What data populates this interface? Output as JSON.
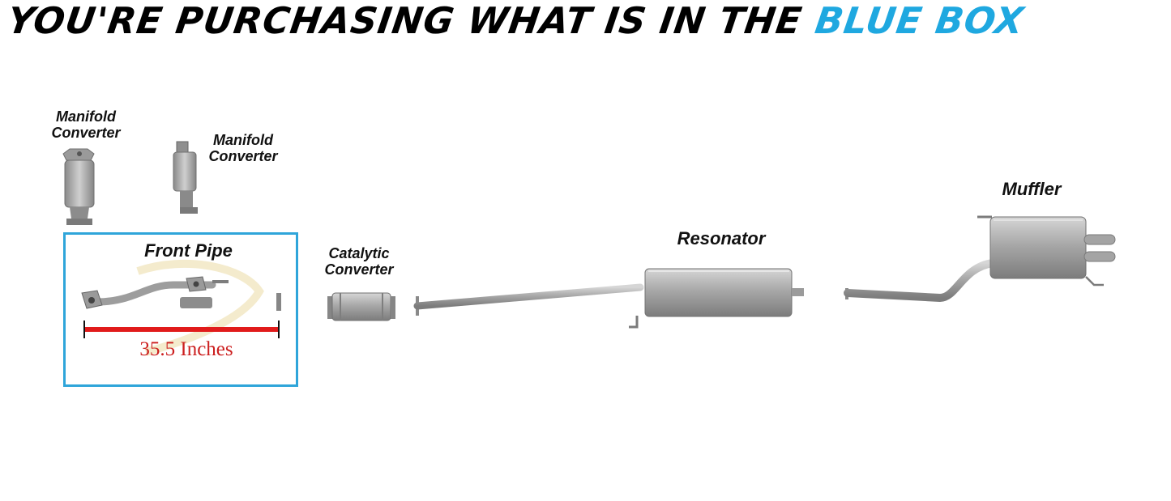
{
  "banner": {
    "text_main": "YOU'RE PURCHASING WHAT IS IN THE",
    "text_accent": "BLUE BOX"
  },
  "labels": {
    "manifold_converter_1": "Manifold Converter",
    "manifold_converter_2": "Manifold Converter",
    "front_pipe": "Front Pipe",
    "catalytic_converter": "Catalytic Converter",
    "resonator": "Resonator",
    "muffler": "Muffler"
  },
  "measurement": {
    "text": "35.5 Inches"
  },
  "colors": {
    "accent": "#1fa8e0",
    "box_border": "#2fa5da",
    "measurement": "#cc1f1f",
    "part_gray": "#a9a9a9"
  }
}
